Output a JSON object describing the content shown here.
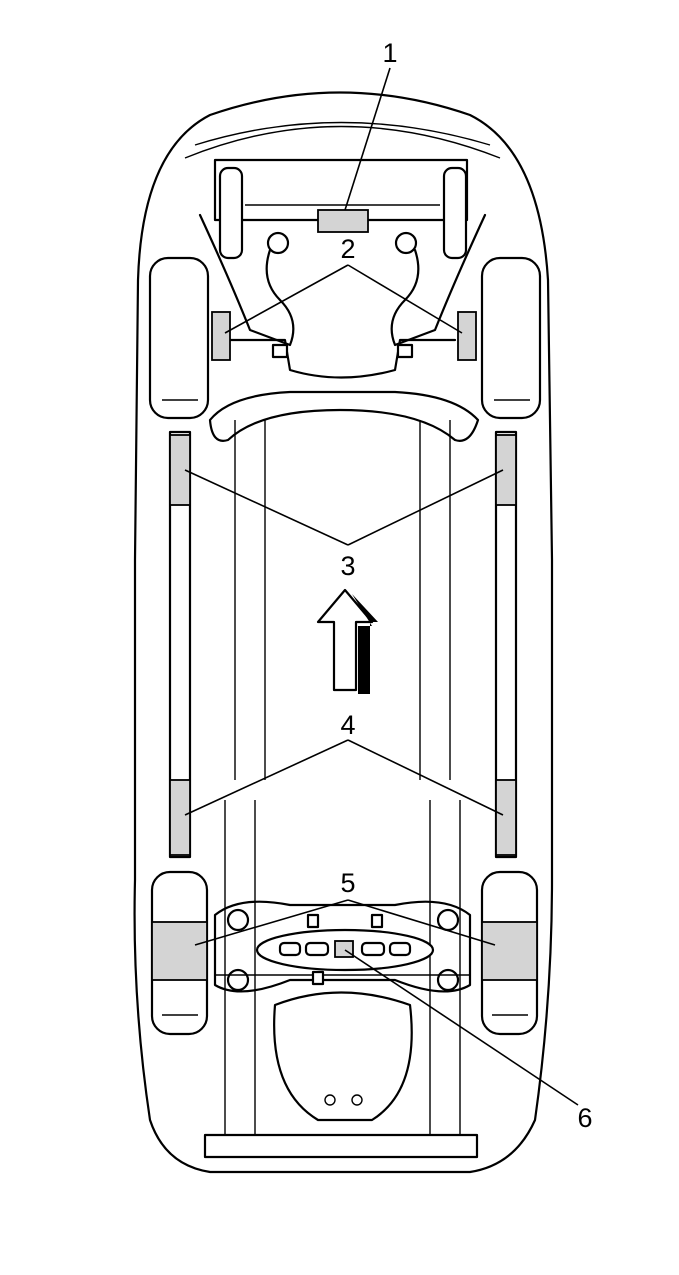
{
  "diagram": {
    "type": "vehicle-underbody-lift-points",
    "colors": {
      "line": "#000000",
      "lift_pad_fill": "#d4d4d4",
      "background": "#ffffff"
    },
    "callouts": [
      {
        "id": "c1",
        "label": "1"
      },
      {
        "id": "c2",
        "label": "2"
      },
      {
        "id": "c3",
        "label": "3"
      },
      {
        "id": "c4",
        "label": "4"
      },
      {
        "id": "c5",
        "label": "5"
      },
      {
        "id": "c6",
        "label": "6"
      }
    ],
    "arrow_direction": "forward"
  }
}
